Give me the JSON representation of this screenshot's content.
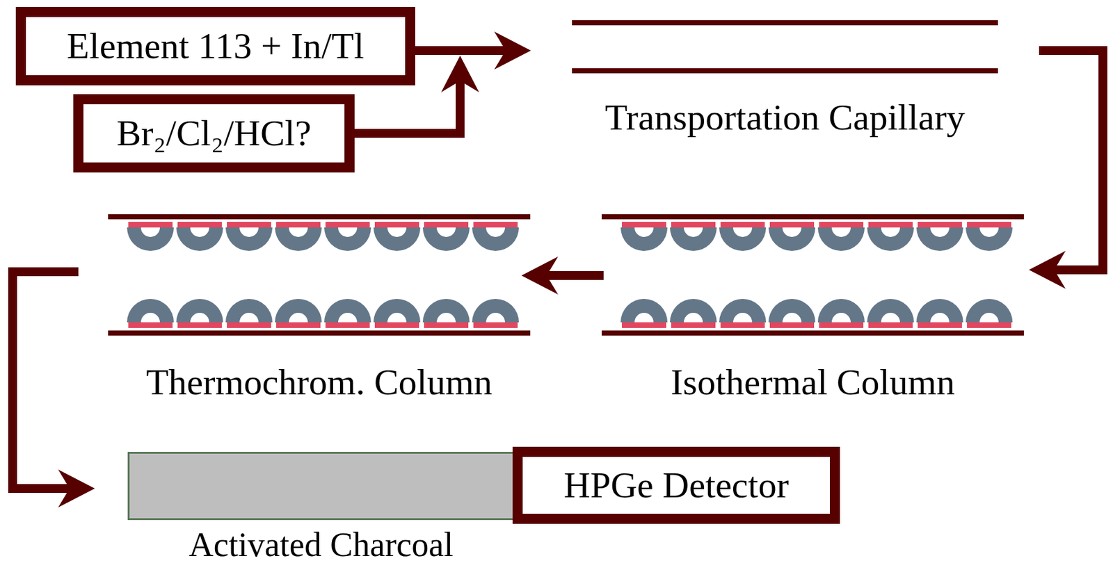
{
  "diagram": {
    "nodes": [
      {
        "text": [
          "Element 113 + In/Tl"
        ]
      },
      {
        "text": [
          "Br₂/Cl₂/HCl?"
        ]
      },
      {
        "text": [
          "Transportation Capillary"
        ]
      },
      {
        "text": [
          "Thermochrom. Column"
        ]
      },
      {
        "text": [
          "Isothermal Column"
        ]
      },
      {
        "text": [
          "Activated Charcoal"
        ]
      },
      {
        "text": [
          "HPGe Detector"
        ]
      }
    ],
    "edges": [
      {
        "from": 0,
        "to": 2,
        "arrow": "to"
      },
      {
        "from": 1,
        "to": 2,
        "arrow": "to"
      },
      {
        "from": 2,
        "to": 4,
        "arrow": "to"
      },
      {
        "from": 4,
        "to": 3,
        "arrow": "to"
      },
      {
        "from": 3,
        "to": 5,
        "arrow": "to"
      }
    ]
  }
}
